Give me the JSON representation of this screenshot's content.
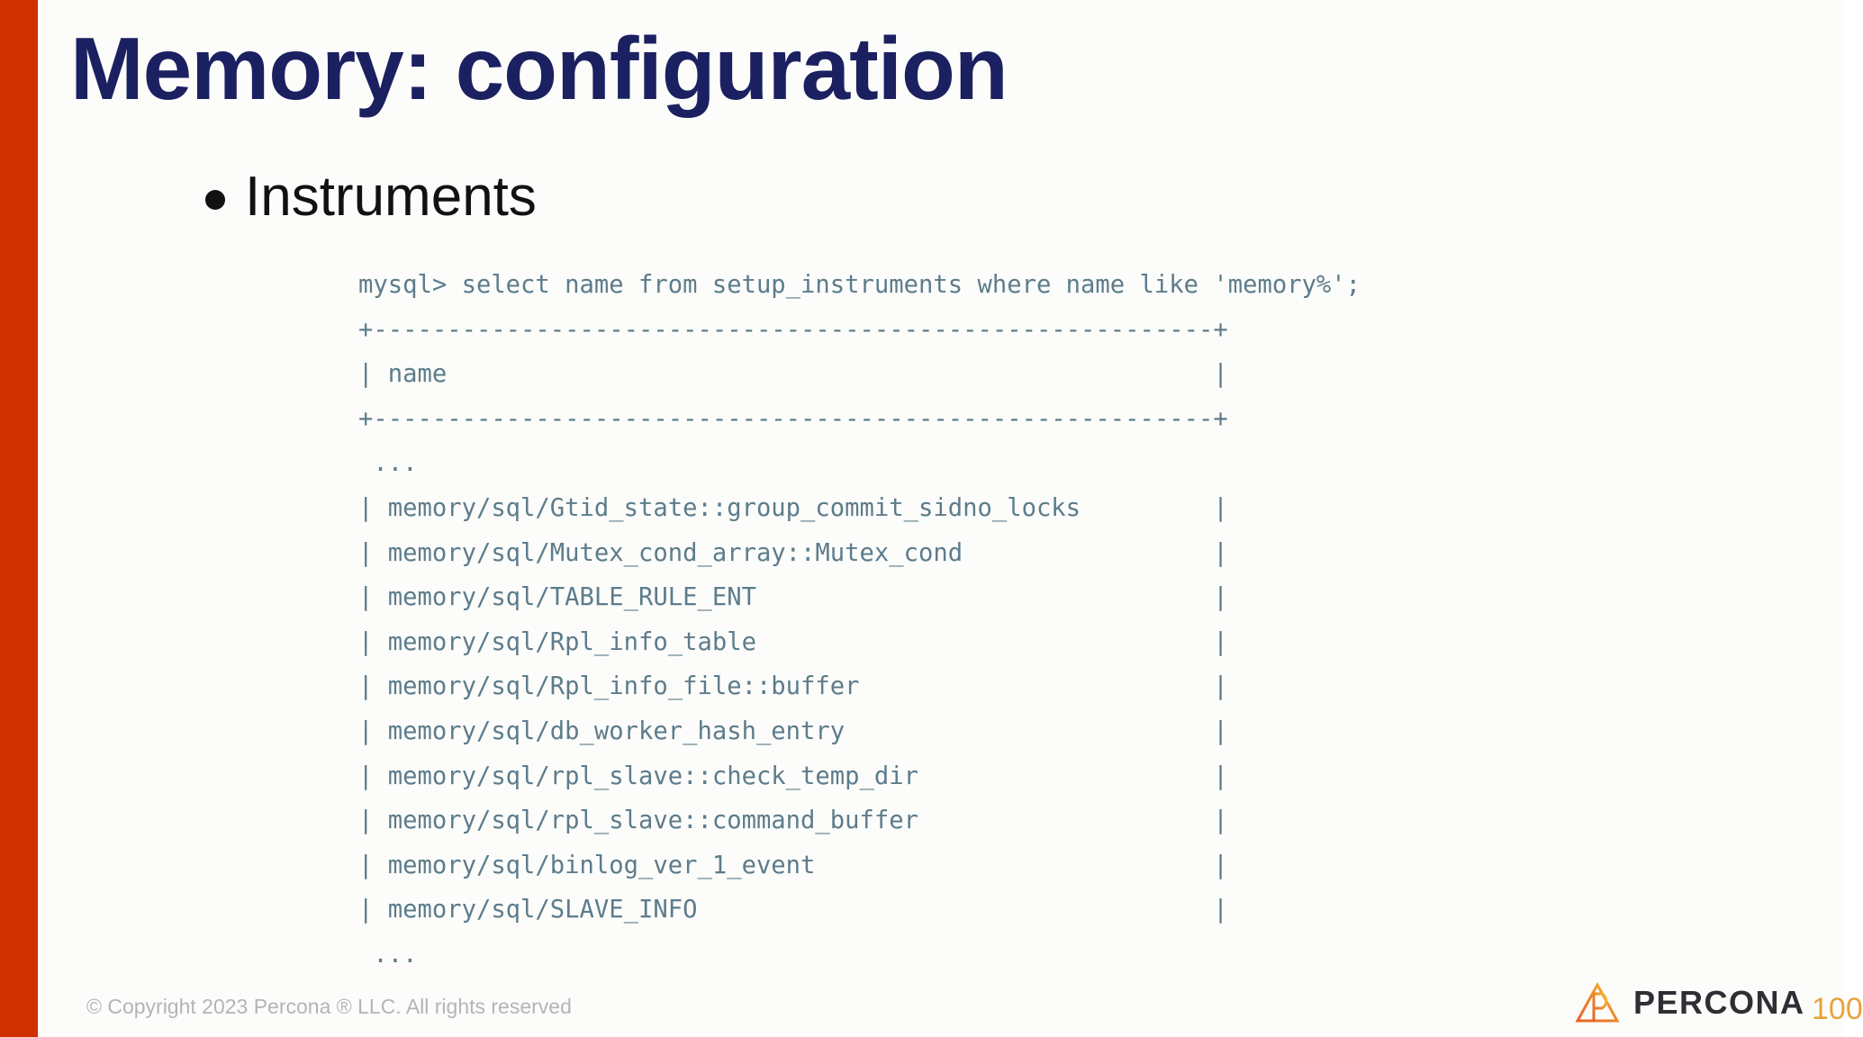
{
  "slide": {
    "title": "Memory: configuration",
    "accent_bar_color": "#ce3000",
    "title_color": "#1b2160",
    "background_color": "#fcfdfa",
    "code_color": "#5d7c8c"
  },
  "bullet": {
    "label": "Instruments"
  },
  "terminal": {
    "prompt_line": "mysql> select name from setup_instruments where name like 'memory%';",
    "separator": "+---------------------------------------------------------+",
    "header_row": "| name                                                    |",
    "leading_ellipsis": " ...",
    "trailing_ellipsis": " ...",
    "rows": [
      "| memory/sql/Gtid_state::group_commit_sidno_locks         |",
      "| memory/sql/Mutex_cond_array::Mutex_cond                 |",
      "| memory/sql/TABLE_RULE_ENT                               |",
      "| memory/sql/Rpl_info_table                               |",
      "| memory/sql/Rpl_info_file::buffer                        |",
      "| memory/sql/db_worker_hash_entry                         |",
      "| memory/sql/rpl_slave::check_temp_dir                    |",
      "| memory/sql/rpl_slave::command_buffer                    |",
      "| memory/sql/binlog_ver_1_event                           |",
      "| memory/sql/SLAVE_INFO                                   |"
    ]
  },
  "footer": {
    "copyright": "© Copyright 2023 Percona ® LLC. All rights reserved",
    "brand": "PERCONA",
    "page_number": "100",
    "page_number_color": "#e8a33d"
  }
}
